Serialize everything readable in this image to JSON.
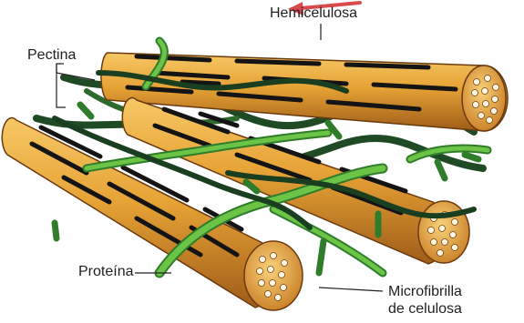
{
  "labels": {
    "hemicellulose": "Hemicelulosa",
    "pectin": "Pectina",
    "protein": "Proteína",
    "microfibril_line1": "Microfibrilla",
    "microfibril_line2": "de celulosa"
  },
  "colors": {
    "microfibril": "#e09a2a",
    "microfibril_dark": "#a4621a",
    "hemicellulose_strand": "#1c1c1c",
    "pectin_strand": "#1f4a24",
    "protein_strand": "#58b33a",
    "arrow": "#d94b4b"
  }
}
